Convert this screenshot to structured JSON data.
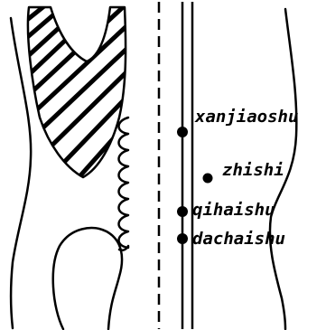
{
  "colors": {
    "ink": "#000000",
    "paper": "#ffffff"
  },
  "points": [
    {
      "id": "xanjiaoshu",
      "label": "xanjiaoshu"
    },
    {
      "id": "zhishi",
      "label": "zhishi"
    },
    {
      "id": "qihaishu",
      "label": "qihaishu"
    },
    {
      "id": "dachaishu",
      "label": "dachaishu"
    }
  ]
}
